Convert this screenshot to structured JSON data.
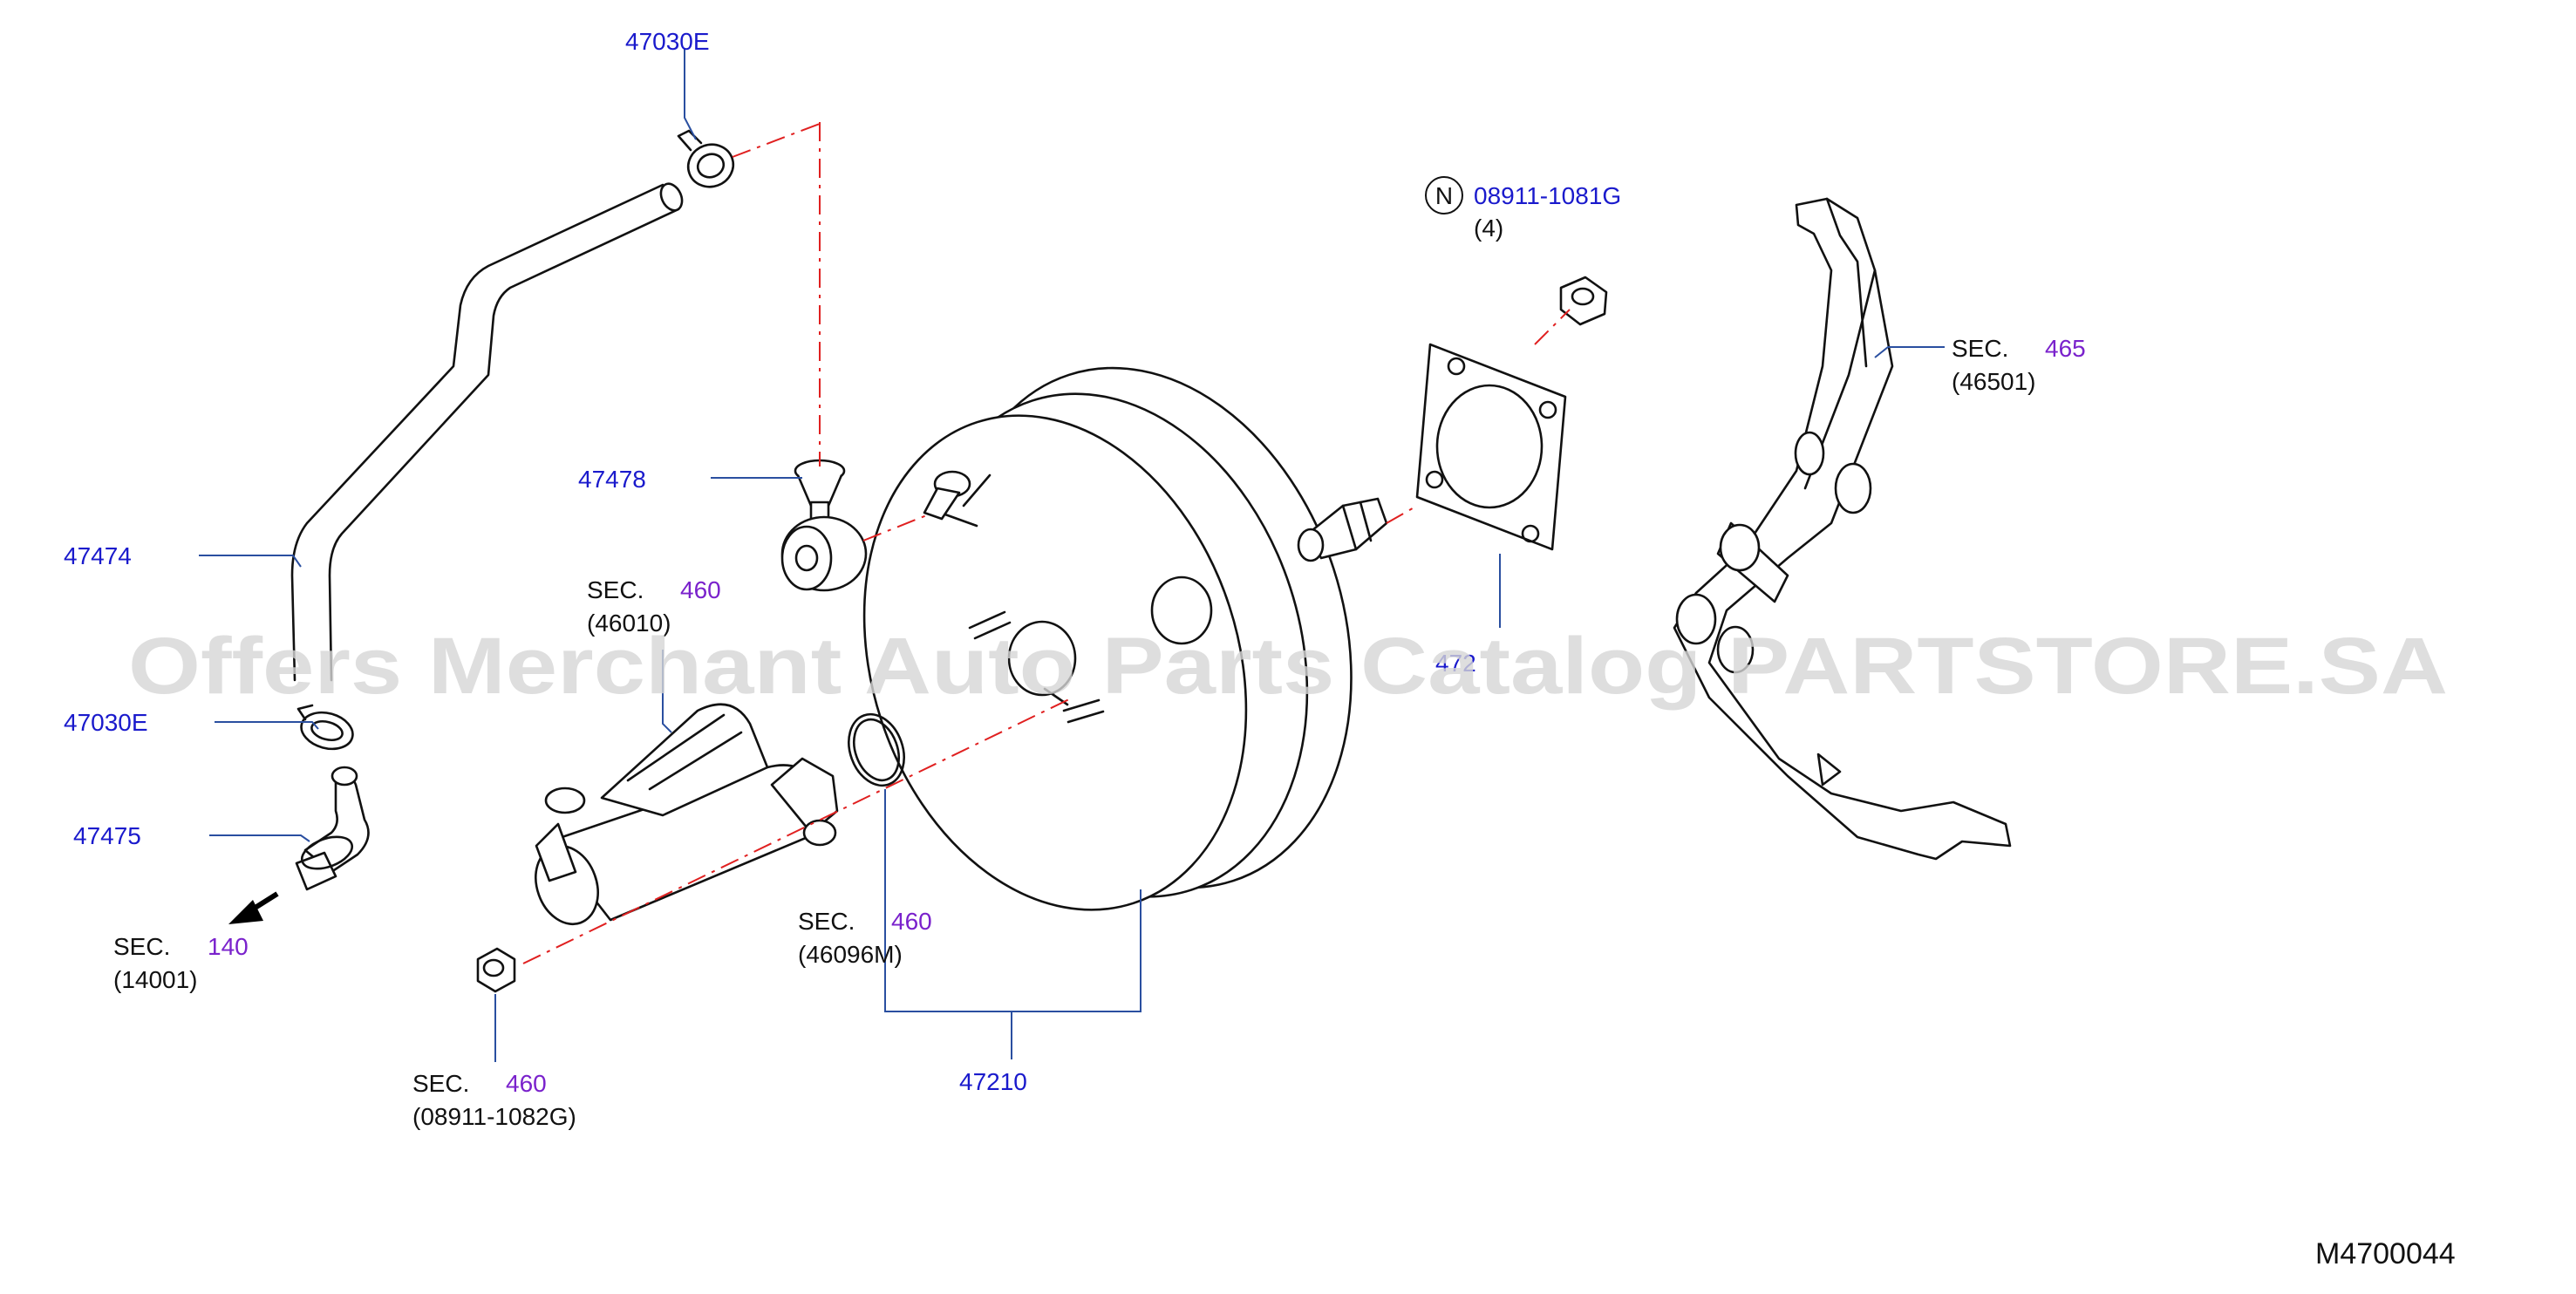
{
  "diagram": {
    "callouts": {
      "c47030e_top": "47030E",
      "c47478": "47478",
      "c47474": "47474",
      "c47030e_mid": "47030E",
      "c47475": "47475",
      "c47210": "47210",
      "c47211_partial": "472",
      "n_part": "08911-1081G",
      "n_qty": "(4)"
    },
    "sec_refs": {
      "sec_label": "SEC.",
      "r460_a_num": "460",
      "r460_a_code": "(46010)",
      "r460_b_num": "460",
      "r460_b_code": "(46096M)",
      "r460_c_num": "460",
      "r460_c_code": "(08911-1082G)",
      "r140_num": "140",
      "r140_code": "(14001)",
      "r465_num": "465",
      "r465_code": "(46501)"
    },
    "n_symbol": "N",
    "figure_code": "M4700044",
    "watermark": "Offers Merchant Auto Parts Catalog PARTSTORE.SA"
  },
  "colors": {
    "callout": "#1a1acc",
    "section": "#7a22cc",
    "leader": "#2a4fa0",
    "centerline": "#e02020"
  }
}
